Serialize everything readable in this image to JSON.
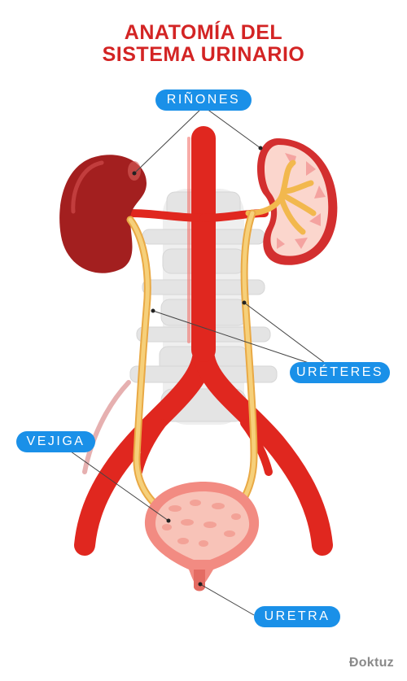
{
  "title": {
    "line1": "ANATOMÍA DEL",
    "line2": "SISTEMA URINARIO"
  },
  "labels": {
    "kidneys": "RIÑONES",
    "ureters": "URÉTERES",
    "bladder": "VEJIGA",
    "urethra": "URETRA"
  },
  "brand": "Ðoktuz",
  "colors": {
    "title": "#d32424",
    "label_bg": "#1a90e8",
    "artery": "#e0271f",
    "kidney_dark": "#a31f1f",
    "ureter": "#f4c56a",
    "bladder": "#f28b82",
    "spine": "#e9e9e9"
  }
}
